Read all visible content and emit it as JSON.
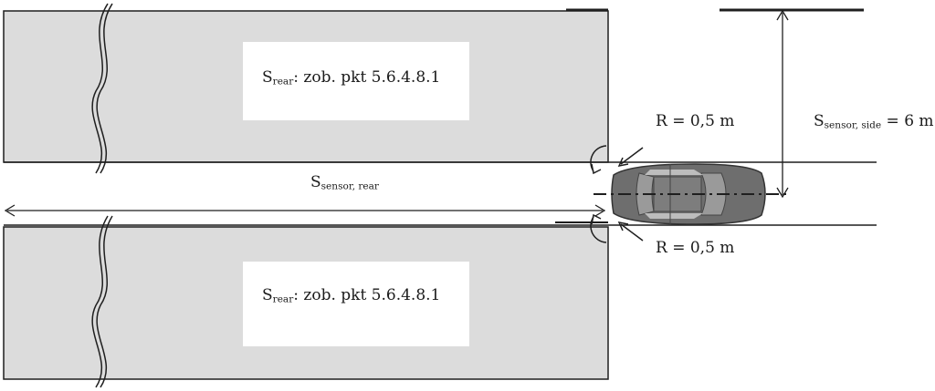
{
  "labels": {
    "top_zone": {
      "main": "S",
      "sub": "rear",
      "rest": ": zob. pkt 5.6.4.8.1"
    },
    "bottom_zone": {
      "main": "S",
      "sub": "rear",
      "rest": ": zob. pkt 5.6.4.8.1"
    },
    "sensor_rear": {
      "main": "S",
      "sub": "sensor, rear"
    },
    "radius_top": "R = 0,5 m",
    "radius_bottom": "R = 0,5 m",
    "sensor_side": {
      "main": "S",
      "sub": "sensor, side",
      "rest": " = 6 m"
    }
  },
  "colors": {
    "zone_fill": "#dcdcdc",
    "line": "#1f1f1f",
    "car_body": "#6e6e6e"
  }
}
